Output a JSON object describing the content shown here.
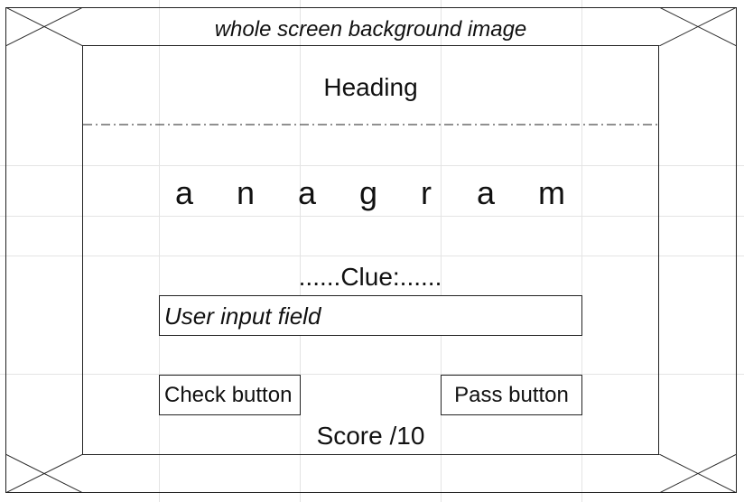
{
  "background_label": "whole screen background image",
  "heading": "Heading",
  "anagram": {
    "letters": [
      "a",
      "n",
      "a",
      "g",
      "r",
      "a",
      "m"
    ]
  },
  "clue": "......Clue:......",
  "input": {
    "value": "User input field"
  },
  "buttons": {
    "check_label": "Check button",
    "pass_label": "Pass button"
  },
  "score": "Score /10"
}
